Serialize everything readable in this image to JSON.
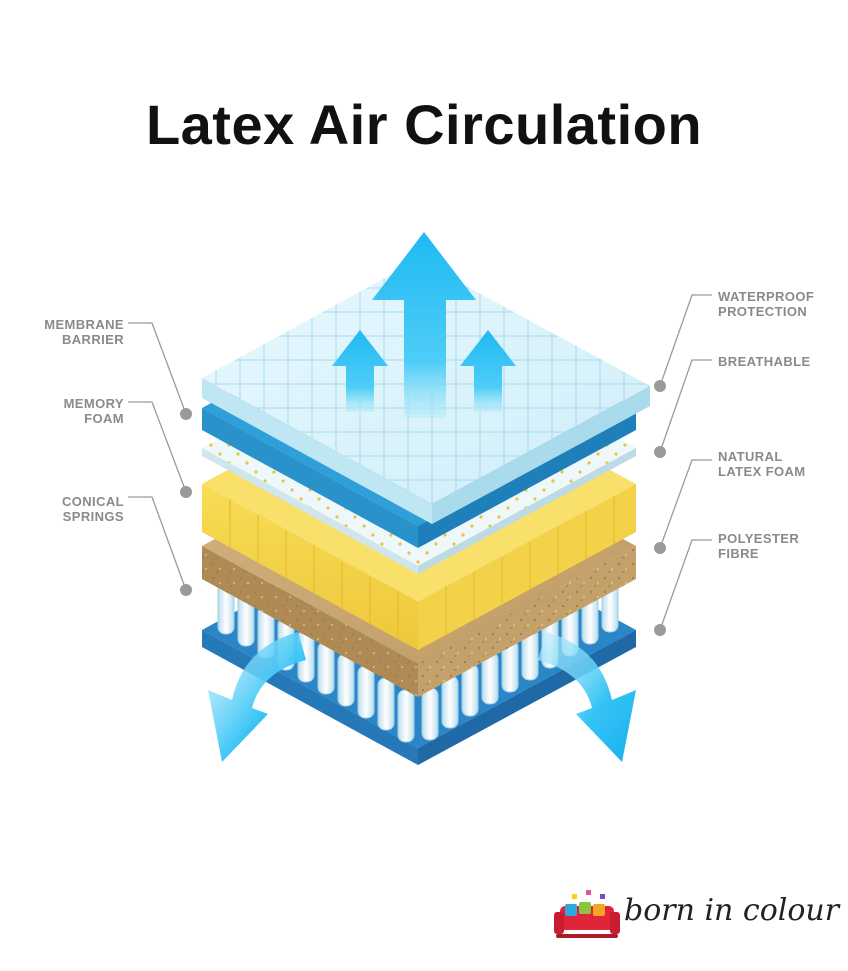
{
  "title": "Latex Air Circulation",
  "labels_left": [
    {
      "lines": [
        "MEMBRANE",
        "BARRIER"
      ]
    },
    {
      "lines": [
        "MEMORY",
        "FOAM"
      ]
    },
    {
      "lines": [
        "CONICAL",
        "SPRINGS"
      ]
    }
  ],
  "labels_right": [
    {
      "lines": [
        "WATERPROOF",
        "PROTECTION"
      ]
    },
    {
      "lines": [
        "BREATHABLE"
      ]
    },
    {
      "lines": [
        "NATURAL",
        "LATEX FOAM"
      ]
    },
    {
      "lines": [
        "POLYESTER",
        "FIBRE"
      ]
    }
  ],
  "brand": {
    "text": "born in colour",
    "logo": "sofa-icon"
  },
  "colors": {
    "arrow": "#27c0f5",
    "membrane_top": "#dff3fa",
    "membrane_blue": "#2e9fd8",
    "latex_yellow": "#f6d94d",
    "polyester_tan": "#c9a775",
    "springs_base": "#2e8fd0",
    "label_gray": "#8a8a8a"
  }
}
